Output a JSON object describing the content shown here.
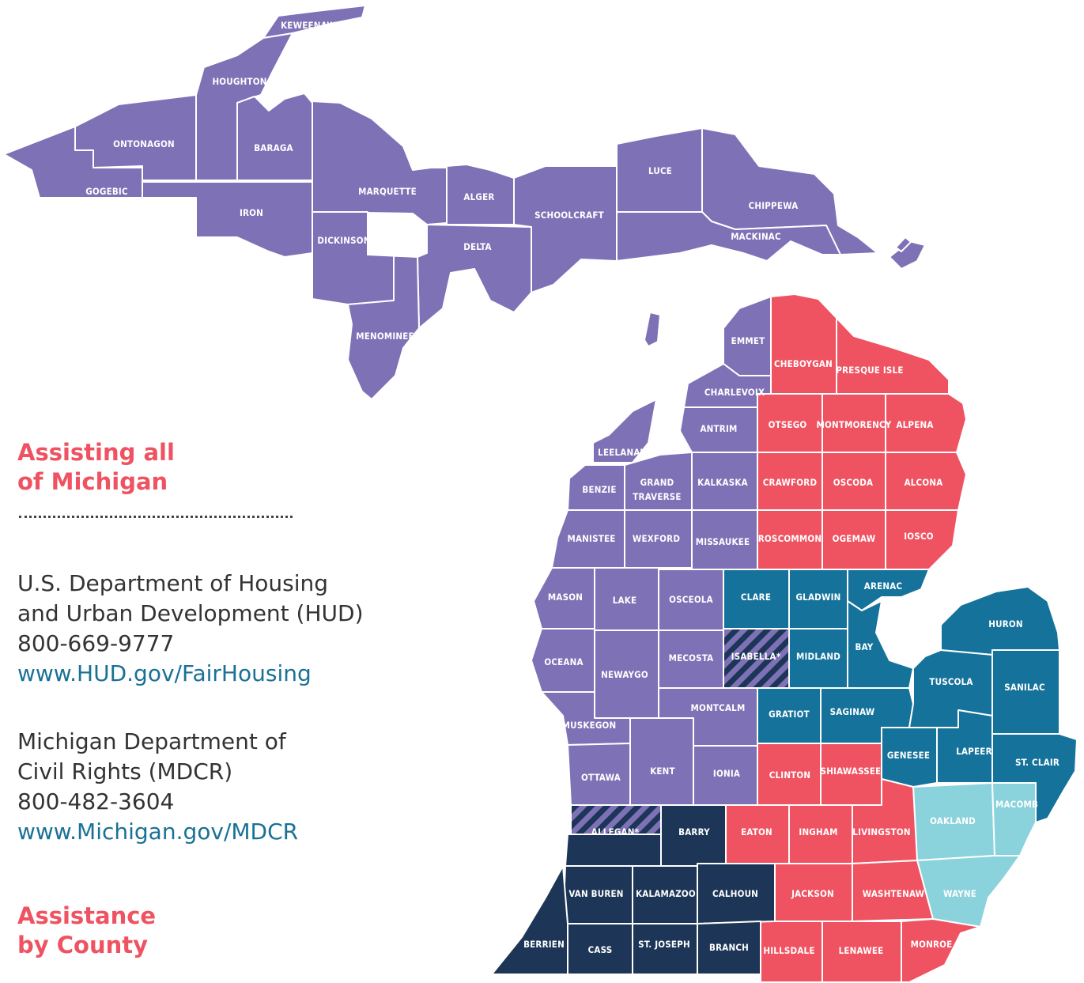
{
  "colors": {
    "purple": "#7e71b6",
    "red": "#ef5260",
    "teal": "#15729b",
    "navy": "#1d3657",
    "lightblue": "#8ad2dc"
  },
  "heading_top": [
    "Assisting all",
    "of Michigan"
  ],
  "hud": {
    "line1": "U.S. Department of Housing",
    "line2": "and Urban Development (HUD)",
    "phone": "800-669-9777",
    "url": "www.HUD.gov/FairHousing"
  },
  "mdcr": {
    "line1": "Michigan Department of",
    "line2": "Civil Rights (MDCR)",
    "phone": "800-482-3604",
    "url": "www.Michigan.gov/MDCR"
  },
  "heading_bottom": [
    "Assistance",
    "by County"
  ],
  "counties": {
    "keweenaw": "KEWEENAW",
    "houghton": "HOUGHTON",
    "ontonagon": "ONTONAGON",
    "baraga": "BARAGA",
    "gogebic": "GOGEBIC",
    "iron": "IRON",
    "marquette": "MARQUETTE",
    "alger": "ALGER",
    "schoolcraft": "SCHOOLCRAFT",
    "luce": "LUCE",
    "chippewa": "CHIPPEWA",
    "mackinac": "MACKINAC",
    "dickinson": "DICKINSON",
    "delta": "DELTA",
    "menominee": "MENOMINEE",
    "emmet": "EMMET",
    "cheboygan": "CHEBOYGAN",
    "presque_isle": "PRESQUE ISLE",
    "charlevoix": "CHARLEVOIX",
    "antrim": "ANTRIM",
    "otsego": "OTSEGO",
    "montmorency": "MONTMORENCY",
    "alpena": "ALPENA",
    "leelanau": "LEELANAU",
    "benzie": "BENZIE",
    "grand_traverse_1": "GRAND",
    "grand_traverse_2": "TRAVERSE",
    "kalkaska": "KALKASKA",
    "crawford": "CRAWFORD",
    "oscoda": "OSCODA",
    "alcona": "ALCONA",
    "manistee": "MANISTEE",
    "wexford": "WEXFORD",
    "missaukee": "MISSAUKEE",
    "roscommon": "ROSCOMMON",
    "ogemaw": "OGEMAW",
    "iosco": "IOSCO",
    "mason": "MASON",
    "lake": "LAKE",
    "osceola": "OSCEOLA",
    "clare": "CLARE",
    "gladwin": "GLADWIN",
    "arenac": "ARENAC",
    "huron": "HURON",
    "oceana": "OCEANA",
    "newaygo": "NEWAYGO",
    "mecosta": "MECOSTA",
    "isabella": "ISABELLA*",
    "midland": "MIDLAND",
    "bay": "BAY",
    "tuscola": "TUSCOLA",
    "sanilac": "SANILAC",
    "muskegon": "MUSKEGON",
    "montcalm": "MONTCALM",
    "gratiot": "GRATIOT",
    "saginaw": "SAGINAW",
    "genesee": "GENESEE",
    "lapeer": "LAPEER",
    "st_clair": "ST. CLAIR",
    "ottawa": "OTTAWA",
    "kent": "KENT",
    "ionia": "IONIA",
    "clinton": "CLINTON",
    "shiawassee": "SHIAWASSEE",
    "oakland": "OAKLAND",
    "macomb": "MACOMB",
    "allegan": "ALLEGAN*",
    "barry": "BARRY",
    "eaton": "EATON",
    "ingham": "INGHAM",
    "livingston": "LIVINGSTON",
    "van_buren": "VAN BUREN",
    "kalamazoo": "KALAMAZOO",
    "calhoun": "CALHOUN",
    "jackson": "JACKSON",
    "washtenaw": "WASHTENAW",
    "wayne": "WAYNE",
    "berrien": "BERRIEN",
    "cass": "CASS",
    "st_joseph": "ST. JOSEPH",
    "branch": "BRANCH",
    "hillsdale": "HILLSDALE",
    "lenawee": "LENAWEE",
    "monroe": "MONROE"
  }
}
